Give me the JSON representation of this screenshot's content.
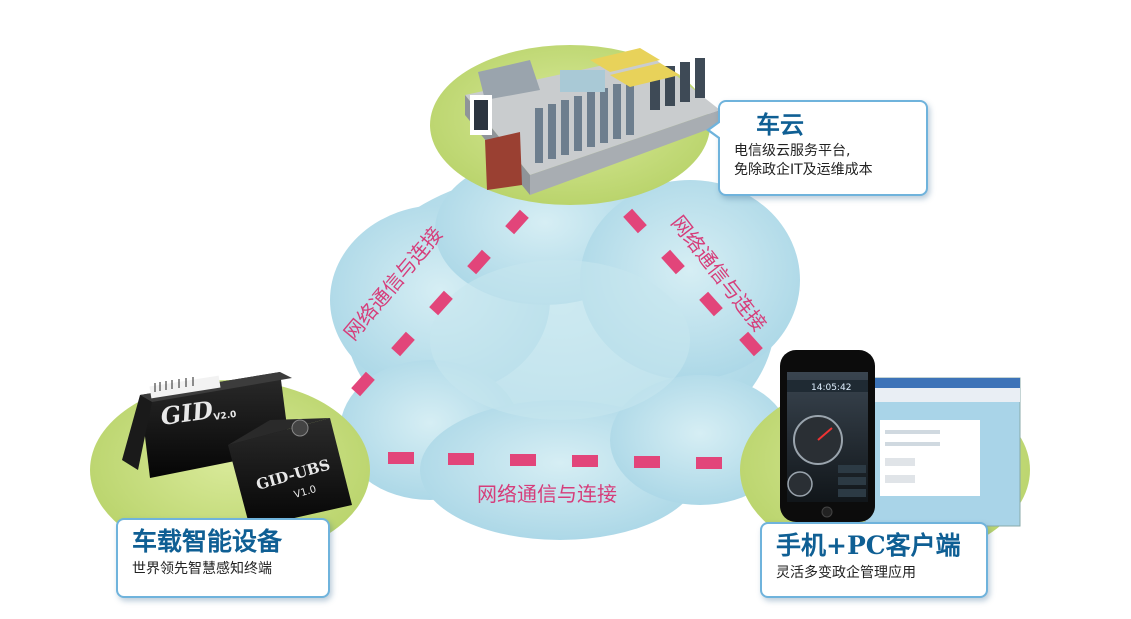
{
  "nodes": {
    "cloud": {
      "title": "车云",
      "lines": [
        "电信级云服务平台,",
        "免除政企IT及运维成本"
      ]
    },
    "device": {
      "title": "车载智能设备",
      "lines": [
        "世界领先智慧感知终端"
      ],
      "box_label": "GID",
      "box_version": "V2.0",
      "box2_label": "GID-UBS",
      "box2_version": "V1.0"
    },
    "client": {
      "title": "手机+PC客户端",
      "lines": [
        "灵活多变政企管理应用"
      ],
      "phone_readout": "14:05:42"
    }
  },
  "links": {
    "cloud_device": "网络通信与连接",
    "cloud_client": "网络通信与连接",
    "device_client": "网络通信与连接"
  },
  "colors": {
    "cloud_fill": "#bfe3ee",
    "platform_fill": "#c9df82",
    "link_dash": "#e2457a",
    "link_text": "#d63d7a",
    "callout_border": "#6fb3dc",
    "callout_title": "#0f5f94"
  }
}
